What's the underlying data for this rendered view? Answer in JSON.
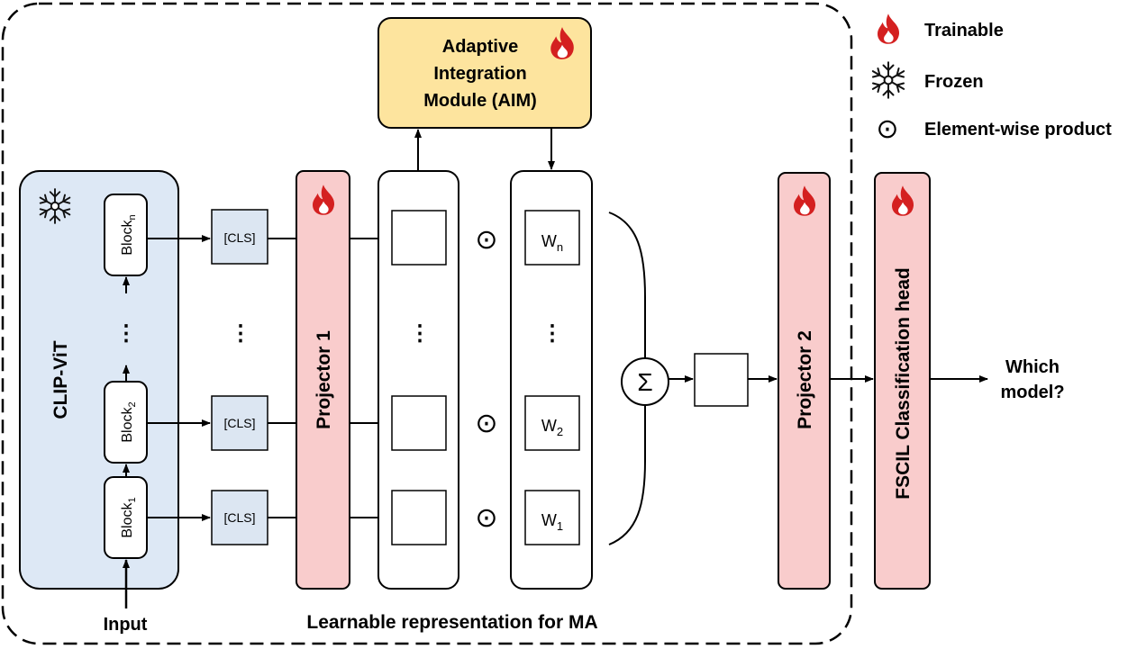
{
  "legend": {
    "trainable": "Trainable",
    "frozen": "Frozen",
    "product": "Element-wise product"
  },
  "aim": {
    "line1": "Adaptive",
    "line2": "Integration",
    "line3": "Module (AIM)"
  },
  "backbone": {
    "title": "CLIP-ViT",
    "block_label": "Block",
    "block_n_sub": "n",
    "block_2_sub": "2",
    "block_1_sub": "1",
    "ellipsis": "⋮"
  },
  "cls": {
    "label": "[CLS]"
  },
  "projector1": {
    "label": "Projector 1"
  },
  "projector2": {
    "label": "Projector 2"
  },
  "weights": {
    "w_label": "W",
    "n_sub": "n",
    "two_sub": "2",
    "one_sub": "1"
  },
  "product_symbol": "⊙",
  "sum_symbol": "Σ",
  "head": {
    "label": "FSCIL Classification head"
  },
  "input_label": "Input",
  "output": {
    "line1": "Which",
    "line2": "model?"
  },
  "caption": "Learnable representation for MA",
  "colors": {
    "backbone_fill": "#dde8f5",
    "projector_fill": "#f9cccc",
    "aim_fill": "#fde49e",
    "cls_fill": "#dce6f2",
    "flame": "#d42020"
  },
  "icons": {
    "trainable": "flame-icon",
    "frozen": "snowflake-icon",
    "product": "odot-icon"
  }
}
